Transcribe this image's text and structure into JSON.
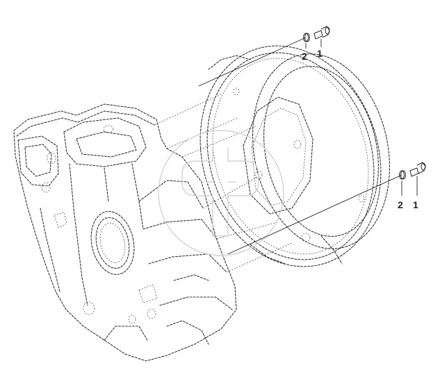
{
  "callouts": {
    "upper_bolt": "1",
    "upper_washer": "2",
    "lower_bolt": "1",
    "lower_washer": "2"
  },
  "colors": {
    "line": "#333333",
    "watermark": "#d2d2d2",
    "background": "#ffffff"
  },
  "watermark": {
    "icon": "ch-logo-watermark"
  }
}
